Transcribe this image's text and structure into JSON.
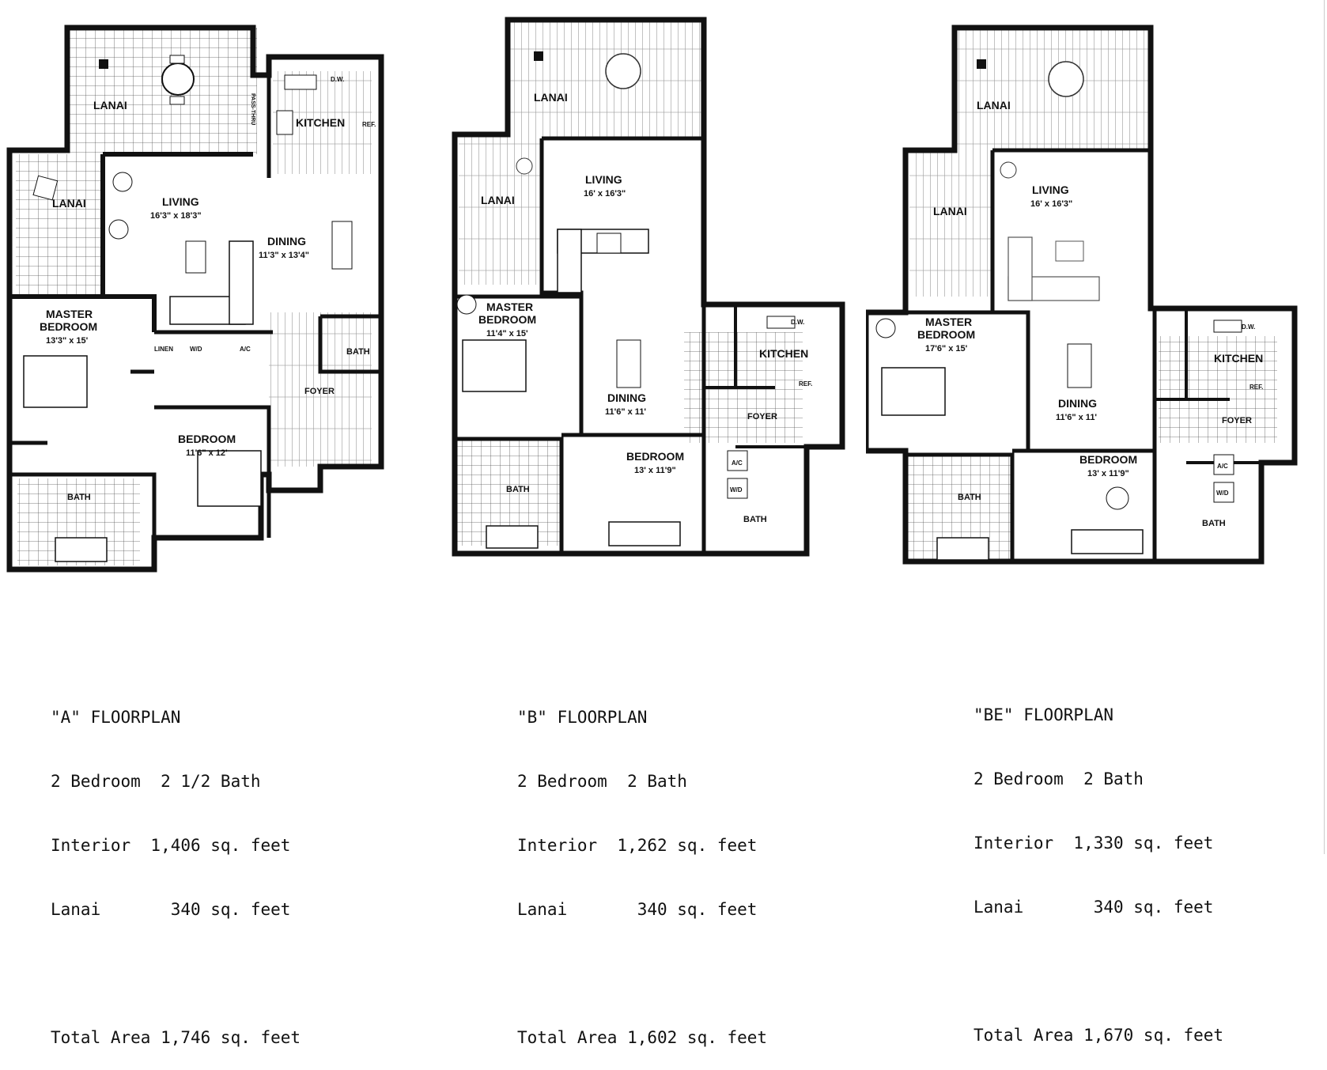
{
  "plans": [
    {
      "id": "A",
      "rooms": {
        "lanai_top": "LANAI",
        "lanai_side": "LANAI",
        "living": "LIVING",
        "living_dim": "16'3\" x 18'3\"",
        "dining": "DINING",
        "dining_dim": "11'3\" x 13'4\"",
        "kitchen": "KITCHEN",
        "master": "MASTER",
        "master2": "BEDROOM",
        "master_dim": "13'3\" x 15'",
        "bedroom": "BEDROOM",
        "bedroom_dim": "11'6\" x 12'",
        "bath1": "BATH",
        "bath2": "BATH",
        "foyer": "FOYER",
        "linen": "LINEN",
        "wd": "W/D",
        "ac": "A/C",
        "dw": "D.W.",
        "ref": "REF.",
        "pass": "PASS-THRU"
      },
      "info": {
        "title": "\"A\" FLOORPLAN",
        "beds": "2 Bedroom  2 1/2 Bath",
        "interior": "Interior  1,406 sq. feet",
        "lanai": "Lanai       340 sq. feet",
        "total": "Total Area 1,746 sq. feet"
      }
    },
    {
      "id": "B",
      "rooms": {
        "lanai_top": "LANAI",
        "lanai_side": "LANAI",
        "living": "LIVING",
        "living_dim": "16' x 16'3\"",
        "dining": "DINING",
        "dining_dim": "11'6\" x 11'",
        "kitchen": "KITCHEN",
        "master": "MASTER",
        "master2": "BEDROOM",
        "master_dim": "11'4\" x 15'",
        "bedroom": "BEDROOM",
        "bedroom_dim": "13' x 11'9\"",
        "bath1": "BATH",
        "bath2": "BATH",
        "foyer": "FOYER",
        "wd": "W/D",
        "ac": "A/C",
        "dw": "D.W.",
        "ref": "REF."
      },
      "info": {
        "title": "\"B\" FLOORPLAN",
        "beds": "2 Bedroom  2 Bath",
        "interior": "Interior  1,262 sq. feet",
        "lanai": "Lanai       340 sq. feet",
        "total": "Total Area 1,602 sq. feet"
      }
    },
    {
      "id": "BE",
      "rooms": {
        "lanai_top": "LANAI",
        "lanai_side": "LANAI",
        "living": "LIVING",
        "living_dim": "16' x 16'3\"",
        "dining": "DINING",
        "dining_dim": "11'6\" x 11'",
        "kitchen": "KITCHEN",
        "master": "MASTER",
        "master2": "BEDROOM",
        "master_dim": "17'6\" x 15'",
        "bedroom": "BEDROOM",
        "bedroom_dim": "13' x 11'9\"",
        "bath1": "BATH",
        "bath2": "BATH",
        "foyer": "FOYER",
        "wd": "W/D",
        "ac": "A/C",
        "dw": "D.W.",
        "ref": "REF."
      },
      "info": {
        "title": "\"BE\" FLOORPLAN",
        "beds": "2 Bedroom  2 Bath",
        "interior": "Interior  1,330 sq. feet",
        "lanai": "Lanai       340 sq. feet",
        "total": "Total Area 1,670 sq. feet"
      }
    }
  ]
}
